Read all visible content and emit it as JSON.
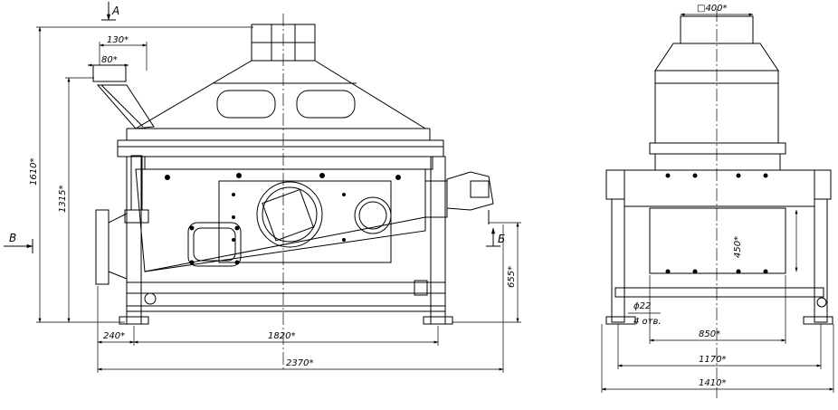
{
  "drawing": {
    "section_marks": {
      "top": "A",
      "left": "B",
      "right": "Б"
    },
    "front_view": {
      "dims": {
        "outlet_width": "130*",
        "inlet_width": "80*",
        "total_height": "1610*",
        "inlet_height": "1315*",
        "side_height": "655*",
        "leg_offset": "240*",
        "leg_span": "1820*",
        "total_length": "2370*"
      }
    },
    "side_view": {
      "dims": {
        "outlet_square": "□400*",
        "inner_height": "450*",
        "hole_diameter": "ϕ22",
        "hole_count": "4 отв.",
        "inner_width": "850*",
        "leg_span": "1170*",
        "total_width": "1410*"
      }
    },
    "colors": {
      "line": "#000000",
      "background": "#ffffff"
    }
  }
}
